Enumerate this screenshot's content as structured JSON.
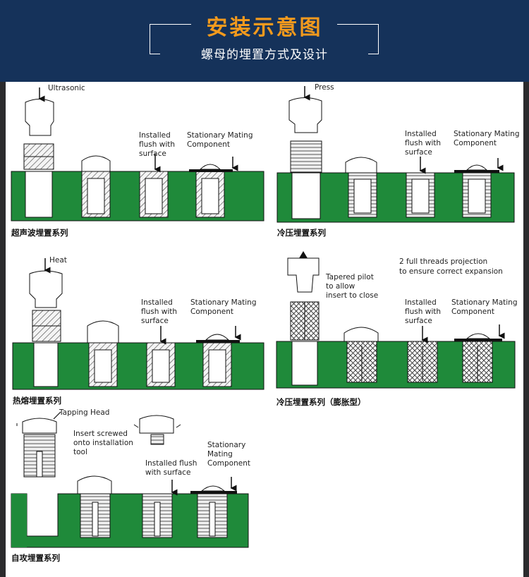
{
  "header": {
    "title": "安装示意图",
    "subtitle": "螺母的埋置方式及设计"
  },
  "panels": {
    "ultrasonic": {
      "caption": "超声波埋置系列",
      "tool_label": "Ultrasonic",
      "installed_label": [
        "Installed",
        "flush with",
        "surface"
      ],
      "mating_label": [
        "Stationary Mating",
        "Component"
      ]
    },
    "press": {
      "caption": "冷压埋置系列",
      "tool_label": "Press",
      "installed_label": [
        "Installed",
        "flush with",
        "surface"
      ],
      "mating_label": [
        "Stationary Mating",
        "Component"
      ]
    },
    "heat": {
      "caption": "热熔埋置系列",
      "tool_label": "Heat",
      "installed_label": [
        "Installed",
        "flush with",
        "surface"
      ],
      "mating_label": [
        "Stationary Mating",
        "Component"
      ]
    },
    "expansion": {
      "caption": "冷压埋置系列（膨胀型）",
      "pilot_label": [
        "Tapered pilot",
        "to allow",
        "insert to close"
      ],
      "threads_label": [
        "2 full threads  projection",
        "to ensure correct expansion"
      ],
      "installed_label": [
        "Installed",
        "flush with",
        "surface"
      ],
      "mating_label": [
        "Stationary Mating",
        "Component"
      ]
    },
    "tapping": {
      "caption": "自攻埋置系列",
      "tool_label": "Tapping Head",
      "screwed_label": [
        "Insert screwed",
        "onto installation",
        "tool"
      ],
      "installed_label": [
        "Installed flush",
        "with surface"
      ],
      "mating_label": [
        "Stationary",
        "Mating",
        "Component"
      ]
    }
  },
  "colors": {
    "header_bg": "#15325a",
    "title": "#f39a1d",
    "plate_green": "#1f8a3a",
    "background": "#2b2b2d"
  }
}
